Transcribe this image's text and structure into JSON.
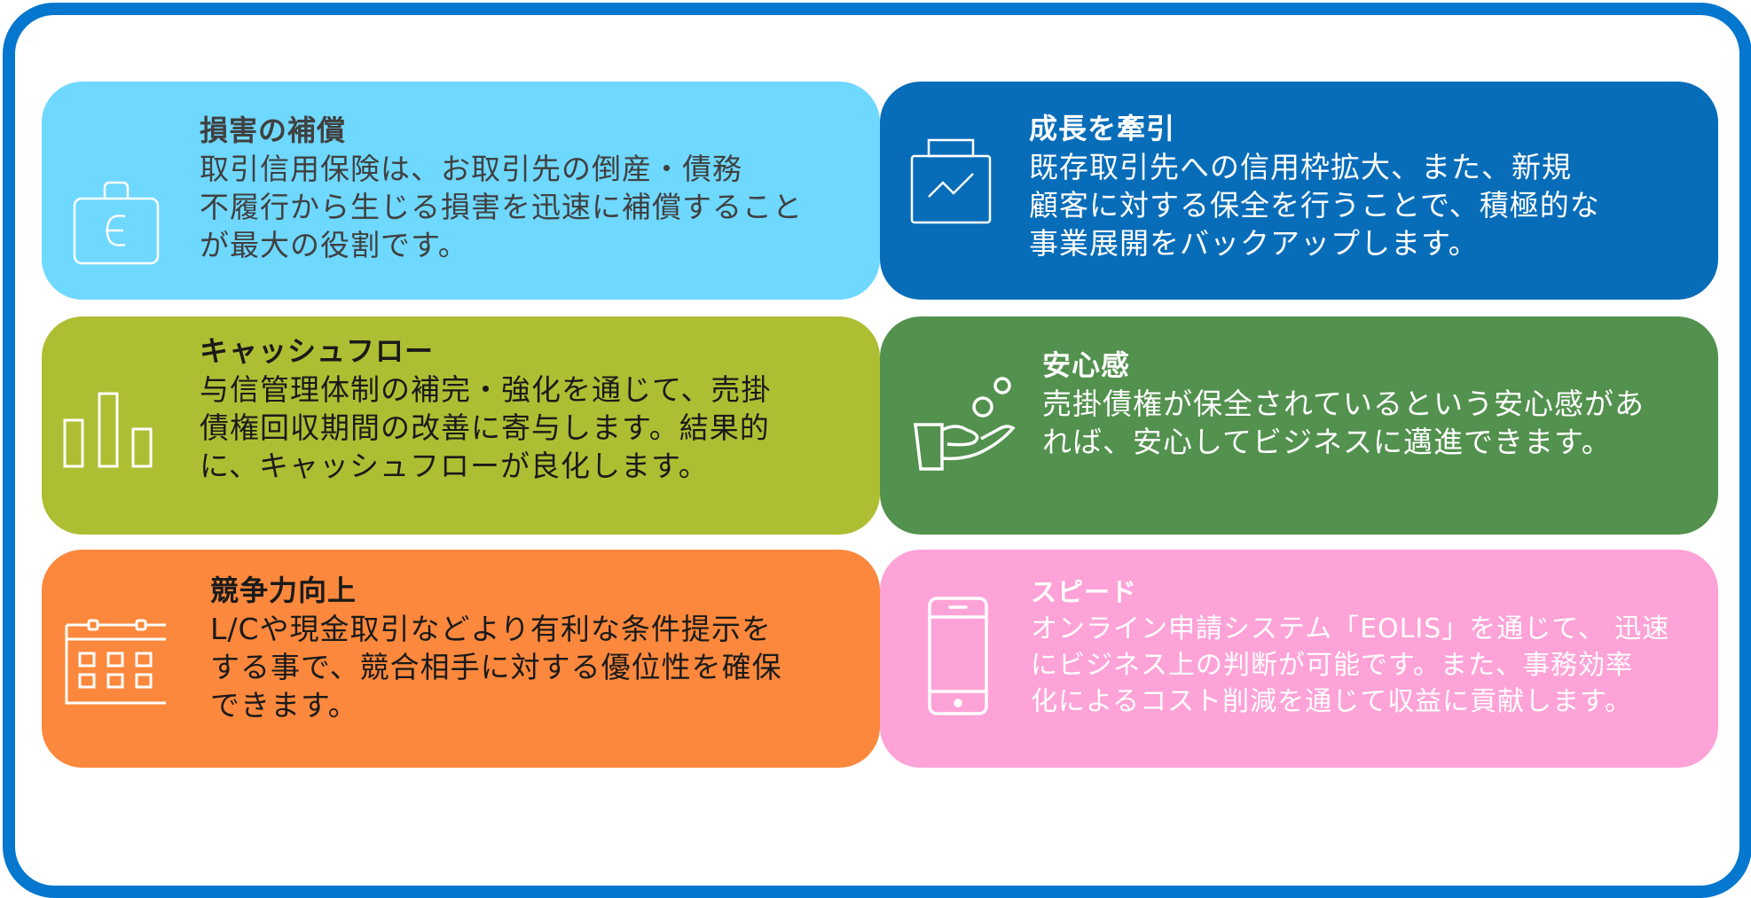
{
  "frame": {
    "border_color": "#0677CE"
  },
  "cards": [
    {
      "id": "damage-compensation",
      "title": "損害の補償",
      "body": "取引信用保険は、お取引先の倒産・債務\n不履行から生じる損害を迅速に補償すること\nが最大の役割です。",
      "icon": "briefcase-euro-icon",
      "bg": "#6FD8FE",
      "fg": "#404040"
    },
    {
      "id": "drive-growth",
      "title": "成長を牽引",
      "body": "既存取引先への信用枠拡大、また、新規\n顧客に対する保全を行うことで、積極的な\n事業展開をバックアップします。",
      "icon": "briefcase-chart-icon",
      "bg": "#086DB9",
      "fg": "#FFFFFF"
    },
    {
      "id": "cash-flow",
      "title": "キャッシュフロー",
      "body": "与信管理体制の補完・強化を通じて、売掛\n債権回収期間の改善に寄与します。結果的\nに、キャッシュフローが良化します。",
      "icon": "bar-chart-icon",
      "bg": "#AEBE33",
      "fg": "#1A1A1A"
    },
    {
      "id": "peace-of-mind",
      "title": "安心感",
      "body": "売掛債権が保全されているという安心感があ\nれば、安心してビジネスに邁進できます。",
      "icon": "hand-coins-icon",
      "bg": "#53914E",
      "fg": "#FFFFFF"
    },
    {
      "id": "competitiveness",
      "title": "競争力向上",
      "body": "L/Cや現金取引などより有利な条件提示を\nする事で、競合相手に対する優位性を確保\nできます。",
      "icon": "calendar-icon",
      "bg": "#FB883C",
      "fg": "#1A1A1A"
    },
    {
      "id": "speed",
      "title": "スピード",
      "body": "オンライン申請システム「EOLIS」を通じて、 迅速\nにビジネス上の判断が可能です。また、事務効率\n化によるコスト削減を通じて収益に貢献します。",
      "icon": "smartphone-icon",
      "bg": "#FEA3D7",
      "fg": "#FFFFFF"
    }
  ]
}
